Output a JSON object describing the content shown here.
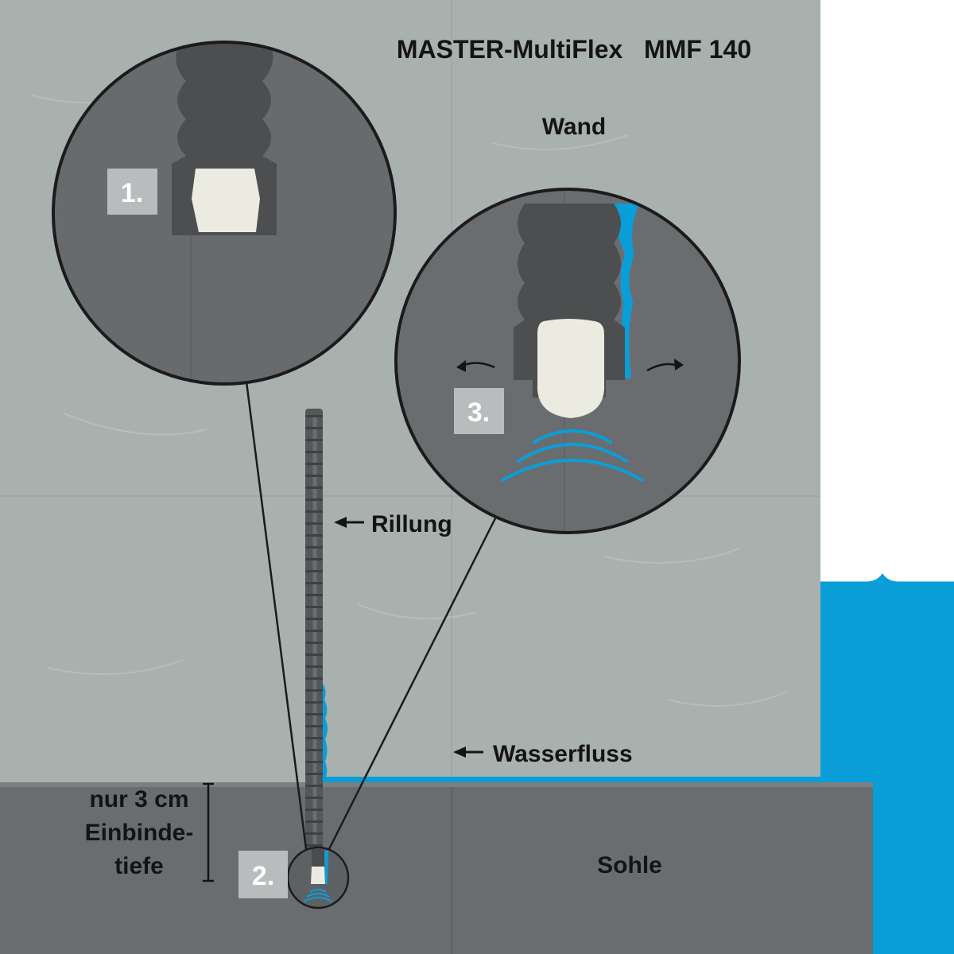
{
  "title": "MASTER-MultiFlex   MMF 140",
  "labels": {
    "wall": "Wand",
    "floor": "Sohle",
    "groove": "Rillung",
    "water_flow": "Wasserfluss",
    "depth_line1": "nur 3 cm",
    "depth_line2": "Einbinde-",
    "depth_line3": "tiefe"
  },
  "steps": {
    "step1": "1.",
    "step2": "2.",
    "step3": "3."
  },
  "colors": {
    "concrete_wall": "#a9b1ae",
    "concrete_floor": "#6a6d70",
    "profile_dark": "#4c4e50",
    "plug_cream": "#ecebe1",
    "water_blue": "#0a9ed9",
    "badge_gray": "#b9bcbd",
    "lens_outline": "#1b1b1b"
  },
  "icons": {
    "arrow": "left-arrow-icon",
    "swell": "swell-arrow-icon",
    "waves": "water-wave-icon"
  }
}
